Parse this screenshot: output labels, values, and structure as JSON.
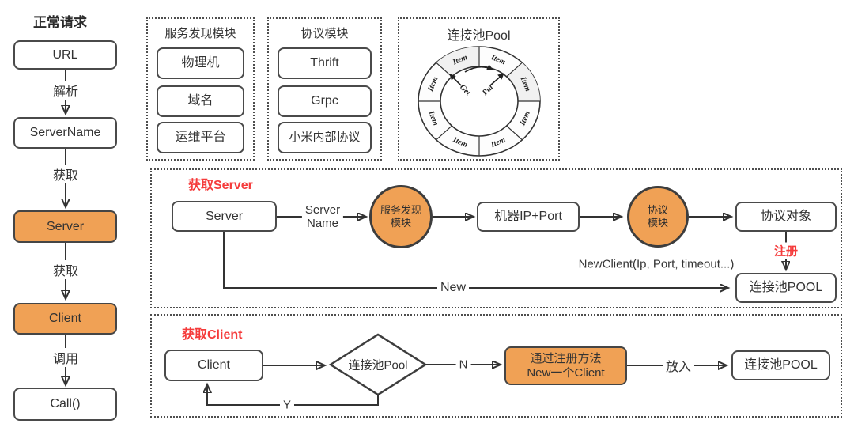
{
  "colors": {
    "orange": "#F0A155",
    "red": "#F53B3B",
    "line": "#333333",
    "box_border": "#4A4A4A"
  },
  "left_flow": {
    "title": "正常请求",
    "nodes": [
      "URL",
      "ServerName",
      "Server",
      "Client",
      "Call()"
    ],
    "edge_labels": [
      "解析",
      "获取",
      "获取",
      "调用"
    ]
  },
  "discovery_module": {
    "title": "服务发现模块",
    "items": [
      "物理机",
      "域名",
      "运维平台"
    ]
  },
  "protocol_module": {
    "title": "协议模块",
    "items": [
      "Thrift",
      "Grpc",
      "小米内部协议"
    ]
  },
  "pool_module": {
    "title": "连接池Pool",
    "ring_items": [
      "Item",
      "Item",
      "Item",
      "Item",
      "Item",
      "Item",
      "Item",
      "Item"
    ],
    "get_label": "Get",
    "put_label": "Put"
  },
  "get_server": {
    "title": "获取Server",
    "server_node": "Server",
    "server_name_line1": "Server",
    "server_name_line2": "Name",
    "discovery_circle_line1": "服务发现",
    "discovery_circle_line2": "模块",
    "ip_port_node": "机器IP+Port",
    "protocol_circle_line1": "协议",
    "protocol_circle_line2": "模块",
    "protocol_object_node": "协议对象",
    "register_label": "注册",
    "new_client_signature": "NewClient(Ip, Port, timeout...)",
    "pool_node": "连接池POOL",
    "new_label": "New"
  },
  "get_client": {
    "title": "获取Client",
    "client_node": "Client",
    "decision_node": "连接池Pool",
    "no_label": "N",
    "yes_label": "Y",
    "register_node_line1": "通过注册方法",
    "register_node_line2": "New一个Client",
    "put_in_label": "放入",
    "pool_node": "连接池POOL"
  }
}
